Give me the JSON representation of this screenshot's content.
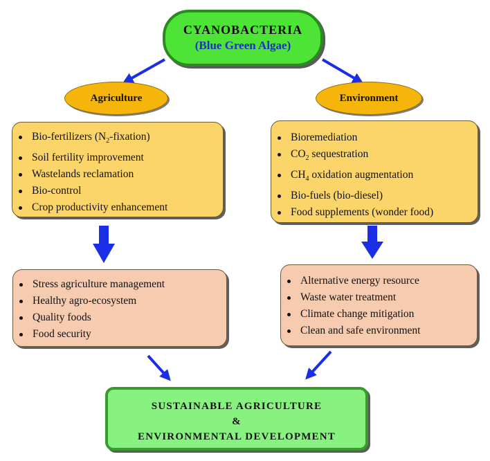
{
  "top": {
    "title": "CYANOBACTERIA",
    "subtitle": "(Blue Green Algae)"
  },
  "agriculture": {
    "label": "Agriculture",
    "items_primary": [
      {
        "pre": "Bio-fertilizers (N",
        "sub": "2",
        "post": "-fixation)"
      },
      {
        "pre": "Soil fertility improvement",
        "sub": "",
        "post": ""
      },
      {
        "pre": "Wastelands reclamation",
        "sub": "",
        "post": ""
      },
      {
        "pre": "Bio-control",
        "sub": "",
        "post": ""
      },
      {
        "pre": "Crop productivity enhancement",
        "sub": "",
        "post": ""
      }
    ],
    "items_outcomes": [
      "Stress agriculture management",
      "Healthy agro-ecosystem",
      "Quality foods",
      "Food security"
    ]
  },
  "environment": {
    "label": "Environment",
    "items_primary": [
      {
        "pre": "Bioremediation",
        "sub": "",
        "post": ""
      },
      {
        "pre": "CO",
        "sub": "2",
        "post": " sequestration"
      },
      {
        "pre": "CH",
        "sub": "4",
        "post": " oxidation augmentation"
      },
      {
        "pre": "Bio-fuels (bio-diesel)",
        "sub": "",
        "post": ""
      },
      {
        "pre": "Food supplements (wonder food)",
        "sub": "",
        "post": ""
      }
    ],
    "items_outcomes": [
      "Alternative energy resource",
      "Waste water treatment",
      "Climate change mitigation",
      "Clean and safe environment"
    ]
  },
  "bottom": {
    "line1": "SUSTAINABLE AGRICULTURE",
    "line2": "&",
    "line3": "ENVIRONMENTAL DEVELOPMENT"
  },
  "colors": {
    "arrow": "#1a2ee6"
  }
}
